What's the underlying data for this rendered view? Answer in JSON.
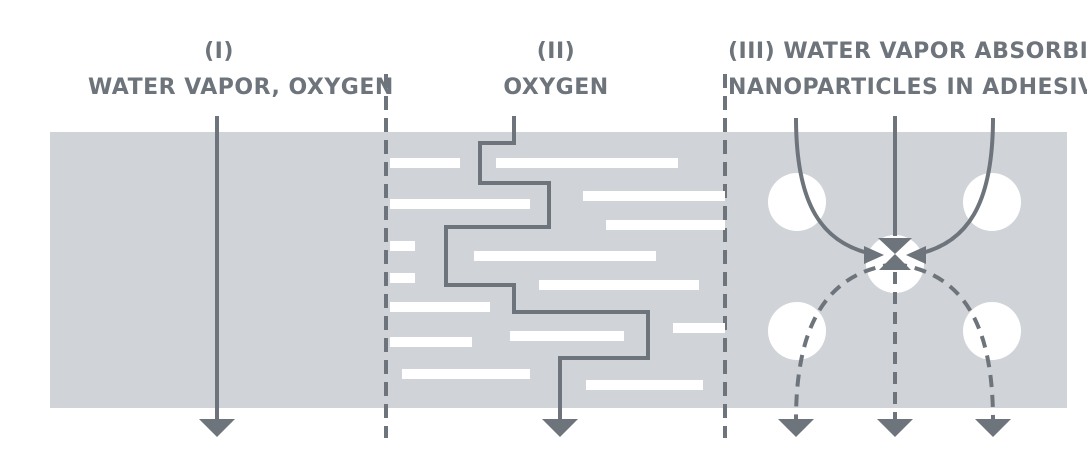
{
  "panels": [
    {
      "number": "(I)",
      "label": "WATER VAPOR, OXYGEN"
    },
    {
      "number": "(II)",
      "label": "OXYGEN"
    },
    {
      "number": "(III) WATER VAPOR ABSORBING",
      "label": "NANOPARTICLES IN ADHESIVES"
    }
  ],
  "colors": {
    "text": "#6e747b",
    "layer": "#d0d4d8",
    "path": "#6e747b",
    "platelet": "#ffffff",
    "nanoparticle": "#ffffff"
  },
  "icons": {
    "path_end": "arrowhead-down",
    "absorption": "x-mark"
  }
}
